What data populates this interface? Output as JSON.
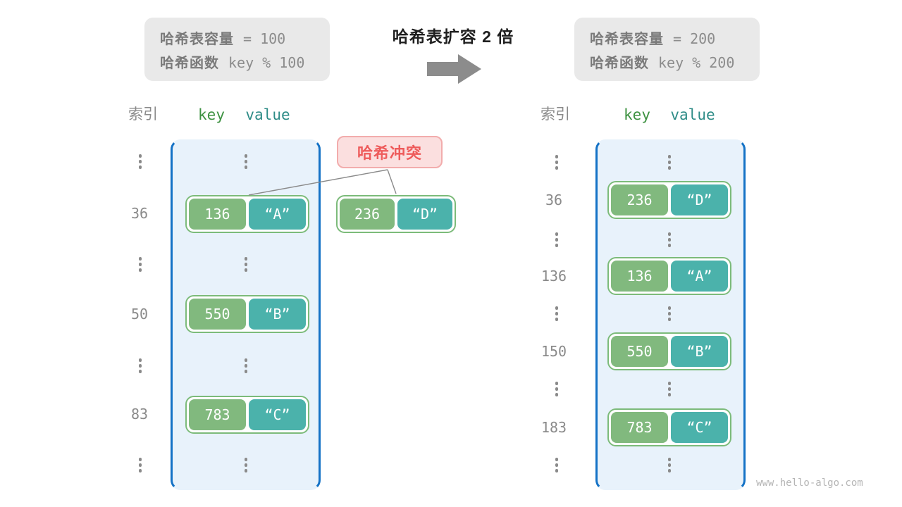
{
  "title": "哈希表扩容 2 倍",
  "info_left": {
    "cap_label": "哈希表容量",
    "cap_value": "= 100",
    "fn_label": "哈希函数",
    "fn_value": "key % 100"
  },
  "info_right": {
    "cap_label": "哈希表容量",
    "cap_value": "= 200",
    "fn_label": "哈希函数",
    "fn_value": "key % 200"
  },
  "collision_label": "哈希冲突",
  "floating_pair": {
    "key": "236",
    "value": "“D”"
  },
  "left_table": {
    "index_header": "索引",
    "key_header": "key",
    "value_header": "value",
    "indices": [
      "36",
      "50",
      "83"
    ],
    "pairs": [
      {
        "key": "136",
        "value": "“A”"
      },
      {
        "key": "550",
        "value": "“B”"
      },
      {
        "key": "783",
        "value": "“C”"
      }
    ]
  },
  "right_table": {
    "index_header": "索引",
    "key_header": "key",
    "value_header": "value",
    "indices": [
      "36",
      "136",
      "150",
      "183"
    ],
    "pairs": [
      {
        "key": "236",
        "value": "“D”"
      },
      {
        "key": "136",
        "value": "“A”"
      },
      {
        "key": "550",
        "value": "“B”"
      },
      {
        "key": "783",
        "value": "“C”"
      }
    ]
  },
  "watermark": "www.hello-algo.com",
  "colors": {
    "bucket_fill": "#e8f2fb",
    "bucket_border": "#1472c6",
    "key_cell": "#81b97e",
    "value_cell": "#4bb2ab",
    "pair_border": "#7cbb7a",
    "key_header_text": "#3e9242",
    "value_header_text": "#2e8c87",
    "collision_bg": "#fbdfdf",
    "collision_text": "#ee5b5b",
    "info_bg": "#e9e9e9",
    "gray_text": "#8a8a8a",
    "arrow": "#8c8c8c"
  }
}
